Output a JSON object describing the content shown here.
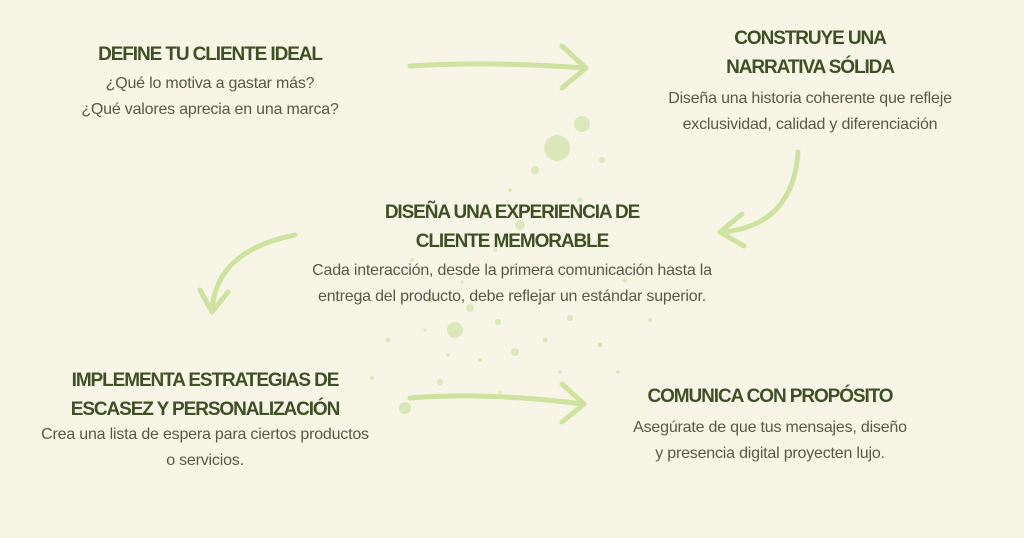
{
  "steps": [
    {
      "title_lines": [
        "DEFINE TU CLIENTE IDEAL"
      ],
      "desc_lines": [
        "¿Qué lo motiva a gastar más?",
        "¿Qué valores aprecia en una marca?"
      ]
    },
    {
      "title_lines": [
        "CONSTRUYE UNA",
        "NARRATIVA SÓLIDA"
      ],
      "desc_lines": [
        "Diseña una historia coherente que refleje",
        "exclusividad, calidad y diferenciación"
      ]
    },
    {
      "title_lines": [
        "DISEÑA UNA EXPERIENCIA DE",
        "CLIENTE MEMORABLE"
      ],
      "desc_lines": [
        "Cada interacción, desde la primera comunicación hasta la",
        "entrega del producto, debe reflejar un estándar superior."
      ]
    },
    {
      "title_lines": [
        "IMPLEMENTA ESTRATEGIAS DE",
        "ESCASEZ Y PERSONALIZACIÓN"
      ],
      "desc_lines": [
        "Crea una lista de espera para ciertos productos",
        "o servicios."
      ]
    },
    {
      "title_lines": [
        "COMUNICA CON PROPÓSITO"
      ],
      "desc_lines": [
        "Asegúrate de que tus mensajes, diseño",
        "y presencia digital proyecten lujo."
      ]
    }
  ],
  "colors": {
    "background": "#f7f6e6",
    "title": "#3f4f26",
    "text": "#56594a",
    "arrow": "#cfe2a0",
    "splash": "#d3e4ad"
  }
}
